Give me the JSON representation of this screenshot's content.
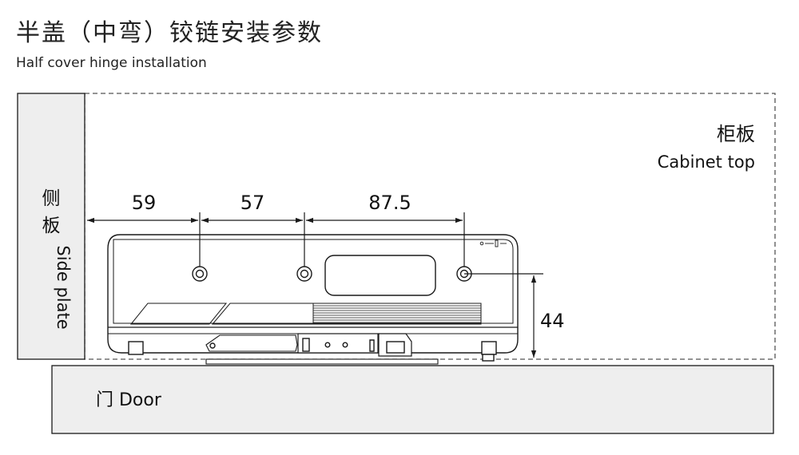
{
  "title": {
    "cn": "半盖（中弯）铰链安装参数",
    "en": "Half cover hinge installation"
  },
  "side_plate": {
    "cn_top": "侧",
    "cn_bottom": "板",
    "en": "Side plate"
  },
  "cabinet_top": {
    "cn": "柜板",
    "en": "Cabinet top"
  },
  "door": {
    "label": "门 Door"
  },
  "dimensions": {
    "d1": "59",
    "d2": "57",
    "d3": "87.5",
    "height": "44"
  },
  "colors": {
    "panel_fill": "#eeeeee",
    "line": "#1a1a1a"
  }
}
